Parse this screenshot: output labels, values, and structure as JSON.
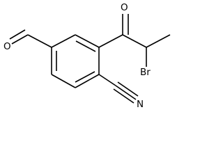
{
  "diagram": {
    "atoms": {
      "oxygen_ketone": "O",
      "oxygen_aldehyde": "O",
      "bromine": "Br",
      "nitrogen": "N"
    }
  }
}
